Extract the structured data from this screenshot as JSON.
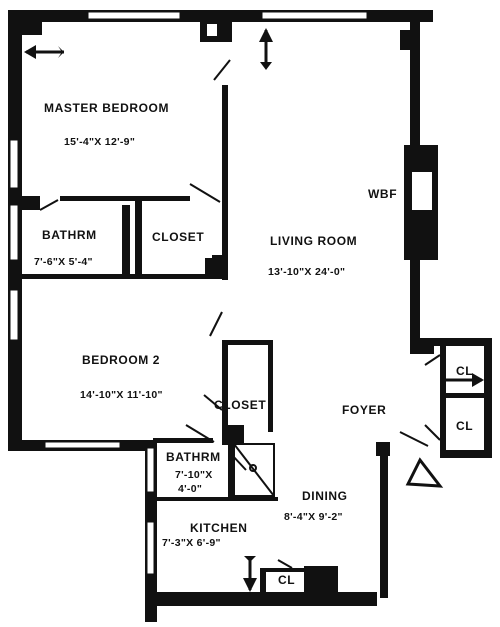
{
  "rooms": {
    "master_bedroom": {
      "name": "MASTER BEDROOM",
      "dims": "15'-4\"X 12'-9\""
    },
    "bathroom_1": {
      "name": "BATHRM",
      "dims": "7'-6\"X 5'-4\""
    },
    "closet_1": {
      "name": "CLOSET"
    },
    "living_room": {
      "name": "LIVING ROOM",
      "dims": "13'-10\"X 24'-0\""
    },
    "wbf": {
      "name": "WBF"
    },
    "bedroom_2": {
      "name": "BEDROOM 2",
      "dims": "14'-10\"X 11'-10\""
    },
    "closet_2": {
      "name": "CLOSET"
    },
    "foyer": {
      "name": "FOYER"
    },
    "cl_top": {
      "name": "CL"
    },
    "cl_bottom": {
      "name": "CL"
    },
    "bathroom_2": {
      "name": "BATHRM",
      "dims_line1": "7'-10\"X",
      "dims_line2": "4'-0\""
    },
    "dining": {
      "name": "DINING",
      "dims": "8'-4\"X 9'-2\""
    },
    "kitchen": {
      "name": "KITCHEN",
      "dims": "7'-3\"X 6'-9\""
    },
    "cl_kitchen": {
      "name": "CL"
    }
  }
}
